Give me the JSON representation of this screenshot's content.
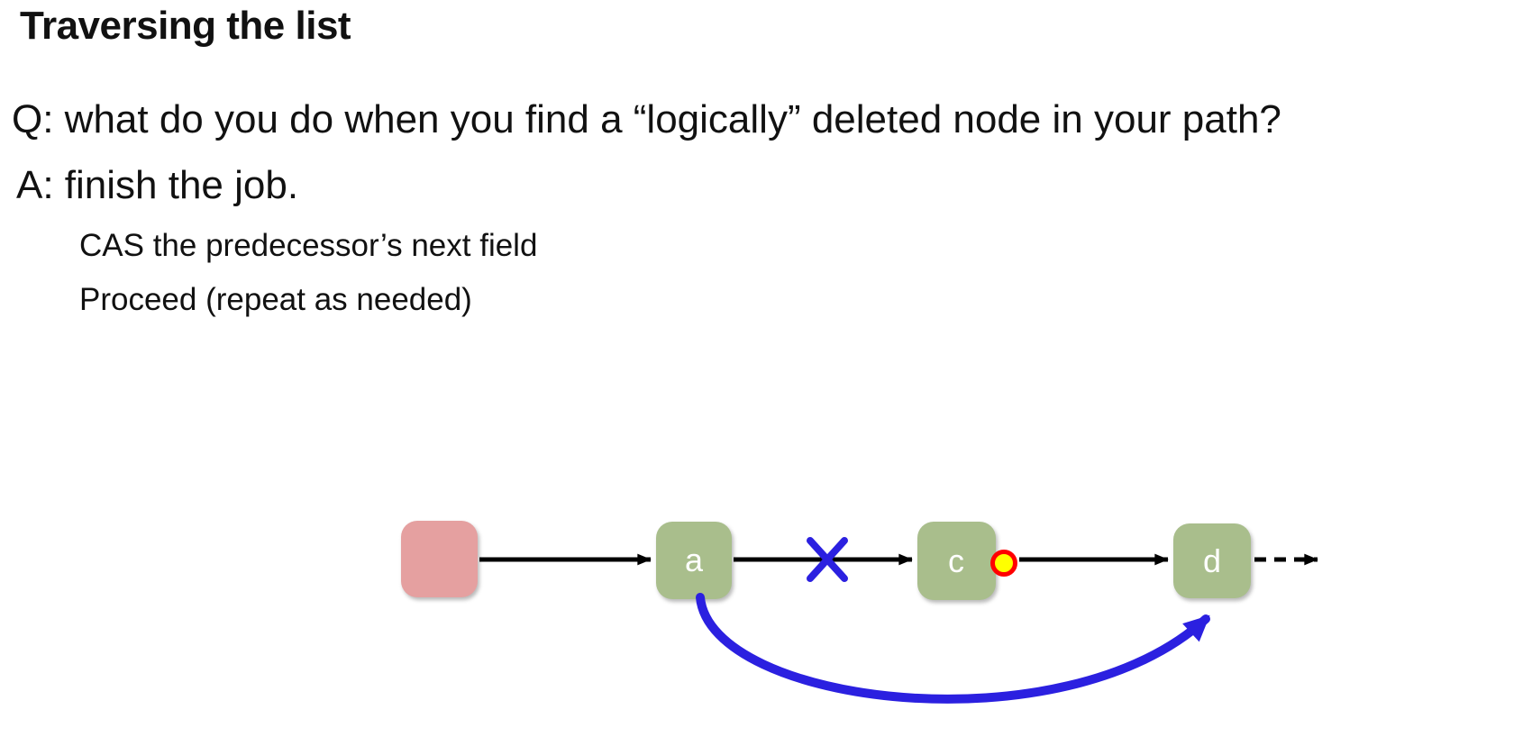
{
  "slide": {
    "title": "Traversing the list",
    "question": "Q: what do you do when you find a “logically” deleted node in your path?",
    "answer": "A: finish the job.",
    "steps": [
      "CAS the predecessor’s next field",
      "Proceed (repeat as needed)"
    ]
  },
  "diagram": {
    "nodes": [
      {
        "id": "head",
        "label": ""
      },
      {
        "id": "a",
        "label": "a"
      },
      {
        "id": "c",
        "label": "c"
      },
      {
        "id": "d",
        "label": "d"
      }
    ],
    "icons": [
      "x-deleted-link-icon",
      "logically-deleted-marker-icon",
      "cas-swing-arrow-icon",
      "dashed-continuation-arrow-icon"
    ]
  },
  "colors": {
    "head_pink": "#E5A0A0",
    "node_green": "#A9BE8C",
    "node_label_white": "#FFFFFF",
    "accent_blue": "#2B20E0",
    "marker_red": "#FF0000",
    "marker_yellow": "#FFFF00",
    "arrow_black": "#000000",
    "text_black": "#111111"
  }
}
